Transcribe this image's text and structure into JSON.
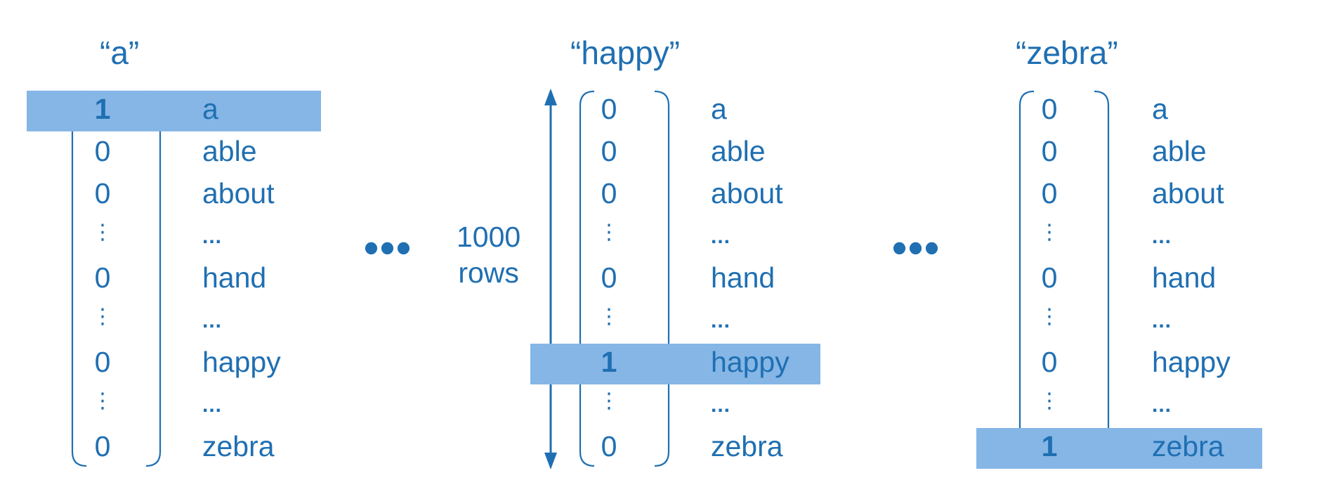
{
  "hidden_mark": "...",
  "vertical_dots": "⋮",
  "row_count_label": {
    "line1": "1000",
    "line2": "rows"
  },
  "vectors": [
    {
      "title": "“a”",
      "highlight_word": "a",
      "rows": [
        {
          "value": "1",
          "word": "a"
        },
        {
          "value": "0",
          "word": "able"
        },
        {
          "value": "0",
          "word": "about"
        },
        {
          "value": "⋮",
          "word": "..."
        },
        {
          "value": "0",
          "word": "hand"
        },
        {
          "value": "⋮",
          "word": "..."
        },
        {
          "value": "0",
          "word": "happy"
        },
        {
          "value": "⋮",
          "word": "..."
        },
        {
          "value": "0",
          "word": "zebra"
        }
      ]
    },
    {
      "title": "“happy”",
      "highlight_word": "happy",
      "rows": [
        {
          "value": "0",
          "word": "a"
        },
        {
          "value": "0",
          "word": "able"
        },
        {
          "value": "0",
          "word": "about"
        },
        {
          "value": "⋮",
          "word": "..."
        },
        {
          "value": "0",
          "word": "hand"
        },
        {
          "value": "⋮",
          "word": "..."
        },
        {
          "value": "1",
          "word": "happy"
        },
        {
          "value": "⋮",
          "word": "..."
        },
        {
          "value": "0",
          "word": "zebra"
        }
      ]
    },
    {
      "title": "“zebra”",
      "highlight_word": "zebra",
      "rows": [
        {
          "value": "0",
          "word": "a"
        },
        {
          "value": "0",
          "word": "able"
        },
        {
          "value": "0",
          "word": "about"
        },
        {
          "value": "⋮",
          "word": "..."
        },
        {
          "value": "0",
          "word": "hand"
        },
        {
          "value": "⋮",
          "word": "..."
        },
        {
          "value": "0",
          "word": "happy"
        },
        {
          "value": "⋮",
          "word": "..."
        },
        {
          "value": "1",
          "word": "zebra"
        }
      ]
    }
  ],
  "ellipsis_between": "•••",
  "colors": {
    "ink": "#1f6fb2",
    "highlight": "#85b6e6"
  }
}
